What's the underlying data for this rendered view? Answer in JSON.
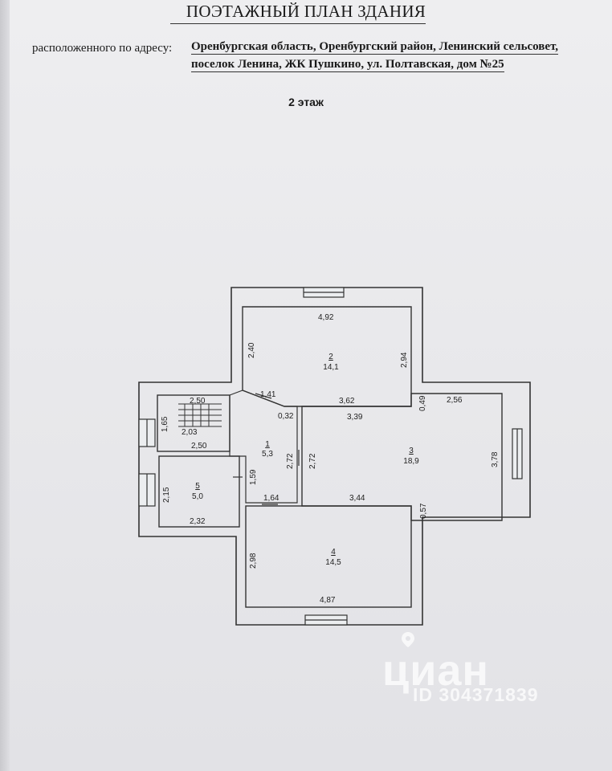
{
  "document": {
    "title": "ПОЭТАЖНЫЙ ПЛАН ЗДАНИЯ",
    "address_label": "расположенного по адресу:",
    "address_line1": "Оренбургская область, Оренбургский район, Ленинский сельсовет,",
    "address_line2": "поселок Ленина, ЖК Пушкино, ул. Полтавская, дом №25",
    "floor": "2 этаж"
  },
  "rooms": [
    {
      "number": "1",
      "area": "5,3"
    },
    {
      "number": "2",
      "area": "14,1"
    },
    {
      "number": "3",
      "area": "18,9"
    },
    {
      "number": "4",
      "area": "14,5"
    },
    {
      "number": "5",
      "area": "5,0"
    }
  ],
  "dimensions": {
    "r2_top": "4,92",
    "r2_left": "2,40",
    "r2_right": "2,94",
    "r2_bottom": "3,62",
    "door_diag": "1,41",
    "corr_gap": "0,32",
    "stair_top": "2,50",
    "stair_inner": "2,03",
    "stair_left": "1,65",
    "stair_bottom": "2,50",
    "r1_right": "2,72",
    "r1_left": "1,59",
    "r1_bottom": "1,64",
    "r3_top": "3,39",
    "r3_step": "0,49",
    "r3_top_right": "2,56",
    "r3_left": "2,72",
    "r3_right": "3,78",
    "r3_bottom": "3,44",
    "r3_step_bottom": "0,57",
    "r5_left": "2,15",
    "r5_bottom": "2,32",
    "r4_left": "2,98",
    "r4_bottom": "4,87"
  },
  "watermark": {
    "brand": "циан",
    "id_text": "ID 304371839"
  }
}
